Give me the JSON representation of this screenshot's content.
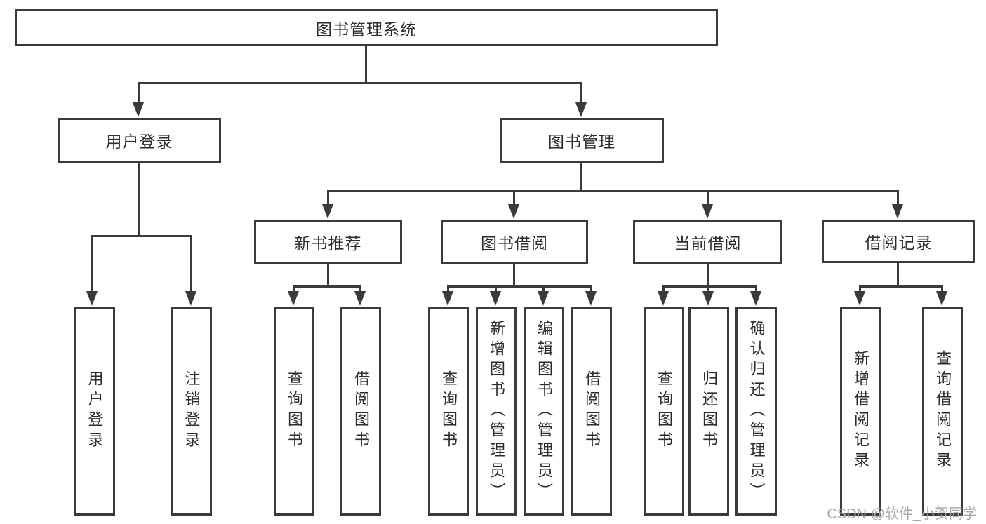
{
  "diagram": {
    "root": {
      "label": "图书管理系统"
    },
    "branches": {
      "user_login": {
        "label": "用户登录",
        "children": [
          "用户登录",
          "注销登录"
        ]
      },
      "book_management": {
        "label": "图书管理",
        "sections": {
          "new_books": {
            "label": "新书推荐",
            "children": [
              "查询图书",
              "借阅图书"
            ]
          },
          "book_borrow": {
            "label": "图书借阅",
            "children": [
              "查询图书",
              "新增图书（管理员）",
              "编辑图书（管理员）",
              "借阅图书"
            ]
          },
          "current_borrow": {
            "label": "当前借阅",
            "children": [
              "查询图书",
              "归还图书",
              "确认归还（管理员）"
            ]
          },
          "borrow_records": {
            "label": "借阅记录",
            "children": [
              "新增借阅记录",
              "查询借阅记录"
            ]
          }
        }
      }
    }
  },
  "watermark": {
    "text": "CSDN @软件_小贺同学"
  },
  "colors": {
    "line": "#3a3a3a",
    "text": "#2d2d2d",
    "watermark": "#a8a8a8"
  }
}
